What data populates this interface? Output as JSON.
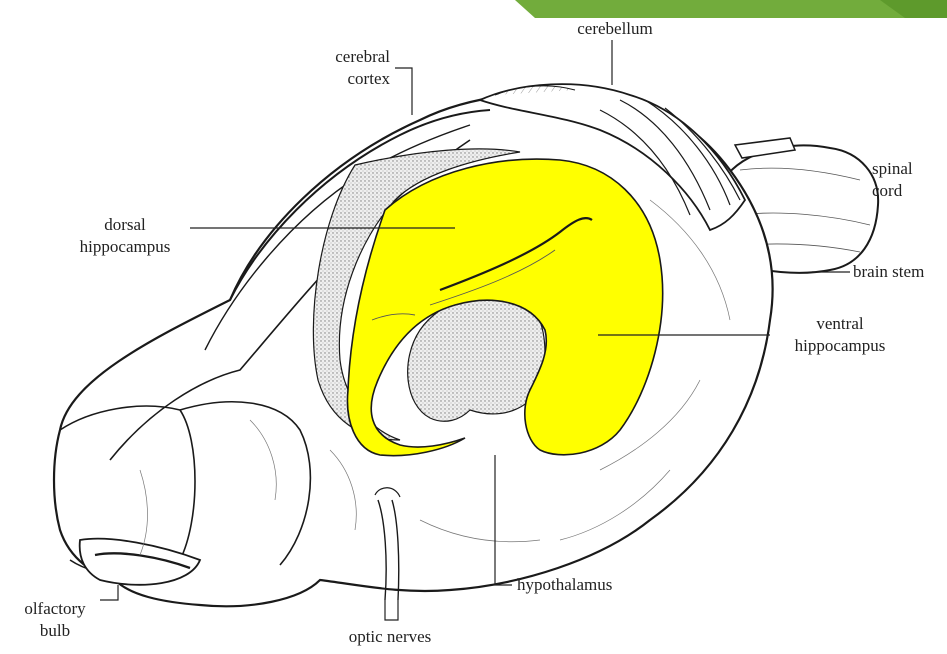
{
  "labels": {
    "cerebral_cortex_1": "cerebral",
    "cerebral_cortex_2": "cortex",
    "cerebellum": "cerebellum",
    "spinal_cord_1": "spinal",
    "spinal_cord_2": "cord",
    "brain_stem": "brain stem",
    "dorsal_hippocampus_1": "dorsal",
    "dorsal_hippocampus_2": "hippocampus",
    "ventral_hippocampus_1": "ventral",
    "ventral_hippocampus_2": "hippocampus",
    "hypothalamus": "hypothalamus",
    "olfactory_bulb_1": "olfactory",
    "olfactory_bulb_2": "bulb",
    "optic_nerves": "optic nerves"
  },
  "colors": {
    "hippocampus": "#ffff00",
    "banner": "#72ac3c",
    "outline": "#1a1a1a",
    "thalamus_fill": "#d9d9d9"
  }
}
